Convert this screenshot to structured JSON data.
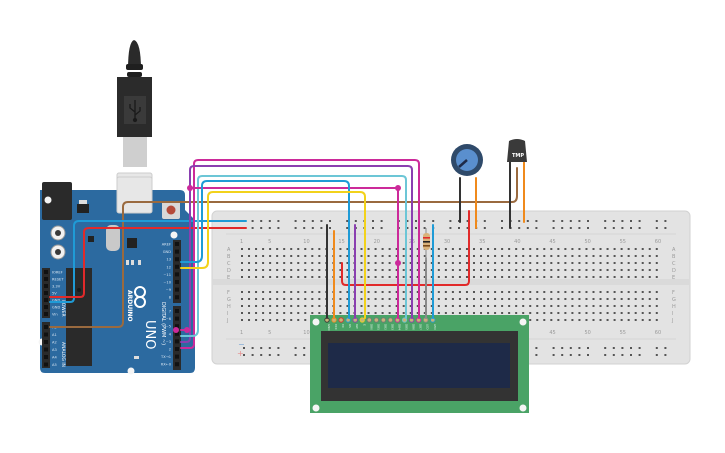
{
  "components": {
    "usb_cable": {
      "name": "USB cable",
      "icon": "usb-icon"
    },
    "arduino": {
      "brand": "ARDUINO",
      "model": "UNO",
      "power_header_label": "POWER",
      "power_pins": [
        "IOREF",
        "RESET",
        "3.3V",
        "5V",
        "GND",
        "GND",
        "Vin"
      ],
      "analog_header_label": "ANALOG IN",
      "analog_pins": [
        "A0",
        "A1",
        "A2",
        "A3",
        "A4",
        "A5"
      ],
      "digital_header_label": "DIGITAL (PWM ~)",
      "digital_pins_top": [
        "AREF",
        "GND",
        "13",
        "12",
        "~11",
        "~10",
        "~9",
        "8"
      ],
      "digital_pins_bottom": [
        "7",
        "~6",
        "~5",
        "4",
        "~3",
        "2",
        "TX→1",
        "RX←0"
      ],
      "led_labels": [
        "TX",
        "RX",
        "L"
      ],
      "on_label": "ON"
    },
    "potentiometer": {
      "name": "Potentiometer"
    },
    "sensor": {
      "label": "TMP"
    },
    "resistor": {
      "name": "Resistor"
    },
    "breadboard": {
      "column_numbers": [
        "1",
        "5",
        "10",
        "15",
        "20",
        "25",
        "30",
        "35",
        "40",
        "45",
        "50",
        "55",
        "60"
      ],
      "rows_top": [
        "A",
        "B",
        "C",
        "D",
        "E"
      ],
      "rows_bottom": [
        "F",
        "G",
        "H",
        "I",
        "J"
      ],
      "rail_minus": "−",
      "rail_plus": "+"
    },
    "lcd": {
      "name": "LCD 16x2",
      "pins": [
        "GND",
        "VCC",
        "V0",
        "RS",
        "RW",
        "E",
        "DB0",
        "DB1",
        "DB2",
        "DB3",
        "DB4",
        "DB5",
        "DB6",
        "DB7",
        "LED",
        "LED"
      ],
      "display_text": ""
    }
  },
  "colors": {
    "arduino_board": "#2c6aa0",
    "breadboard": "#e3e3e3",
    "lcd_pcb": "#4aa366",
    "lcd_bezel": "#333333",
    "lcd_screen": "#1e2a48",
    "wire_red": "#e12a2a",
    "wire_blue": "#1f9bd6",
    "wire_brown": "#9a6a3f",
    "wire_magenta": "#cc2a9a",
    "wire_purple": "#8a3fb0",
    "wire_cyan": "#6cc6d6",
    "wire_yellow": "#f2d21b",
    "wire_black": "#333333",
    "wire_orange": "#f08a1c",
    "wire_gray": "#8a8a8a"
  }
}
